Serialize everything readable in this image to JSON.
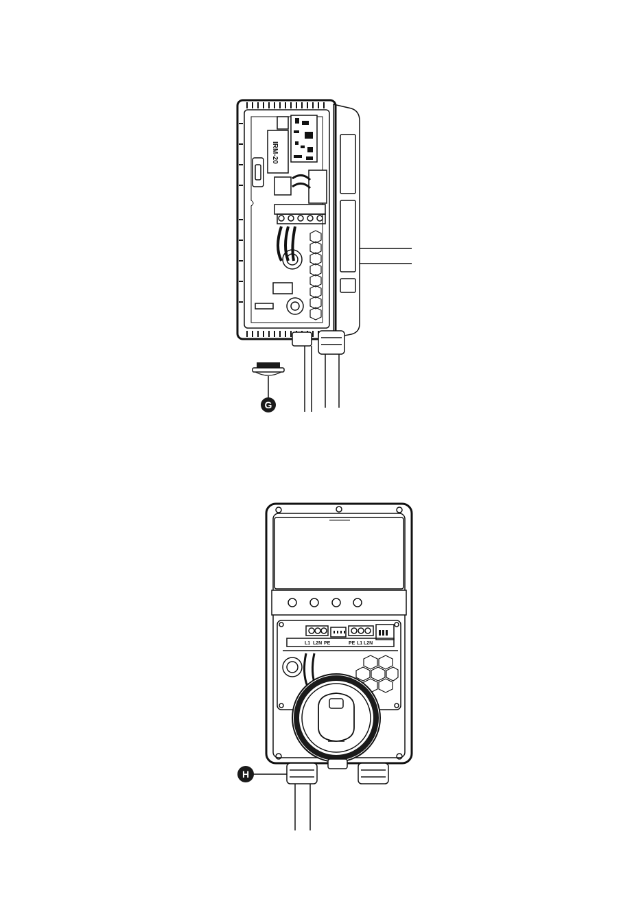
{
  "callouts": {
    "g": "G",
    "h": "H"
  },
  "labels": {
    "module": "IRM-20",
    "terminal_l1": "L1",
    "terminal_l2n": "L2N",
    "terminal_pe": "PE",
    "terminal_pe2": "PE",
    "terminal_l1b": "L1",
    "terminal_l2nb": "L2N"
  },
  "colors": {
    "line": "#111111",
    "fill_dark": "#1a1a1a",
    "background": "#ffffff"
  }
}
